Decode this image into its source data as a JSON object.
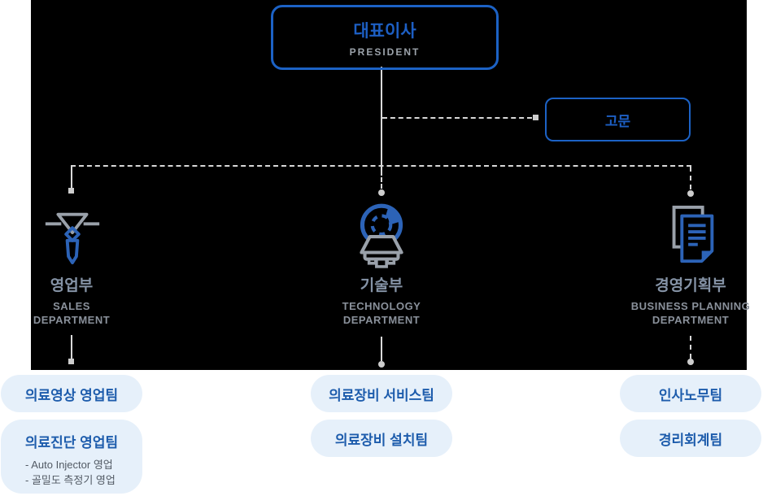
{
  "page": {
    "background_color": "#ffffff",
    "panel_background_color": "#000000"
  },
  "colors": {
    "accent_blue_border": "#1C62C5",
    "box_text_blue": "#1D5FC4",
    "icon_blue": "#2C63B7",
    "icon_gray": "#9AA1AA",
    "dept_name_text": "#8593A6",
    "dept_caption_text": "#8A919B",
    "pill_background": "#E6F0FA",
    "pill_text_blue": "#1D5CAC",
    "sub_item_text": "#525A64",
    "connector_gray": "#D8D8D8"
  },
  "org_chart": {
    "president": {
      "name_ko": "대표이사",
      "name_en": "PRESIDENT"
    },
    "advisor": {
      "name_ko": "고문"
    },
    "departments": [
      {
        "icon": "necktie-icon",
        "name_ko": "영업부",
        "name_en_lines": [
          "SALES",
          "DEPARTMENT"
        ],
        "teams": [
          {
            "name": "의료영상 영업팀",
            "sub_items": []
          },
          {
            "name": "의료진단 영업팀",
            "sub_items": [
              "- Auto Injector 영업",
              "- 골밀도 측정기 영업"
            ]
          }
        ]
      },
      {
        "icon": "scanner-icon",
        "name_ko": "기술부",
        "name_en_lines": [
          "TECHNOLOGY",
          "DEPARTMENT"
        ],
        "teams": [
          {
            "name": "의료장비 서비스팀",
            "sub_items": []
          },
          {
            "name": "의료장비 설치팀",
            "sub_items": []
          }
        ]
      },
      {
        "icon": "document-icon",
        "name_ko": "경영기획부",
        "name_en_lines": [
          "BUSINESS PLANNING",
          "DEPARTMENT"
        ],
        "teams": [
          {
            "name": "인사노무팀",
            "sub_items": []
          },
          {
            "name": "경리회계팀",
            "sub_items": []
          }
        ]
      }
    ]
  }
}
